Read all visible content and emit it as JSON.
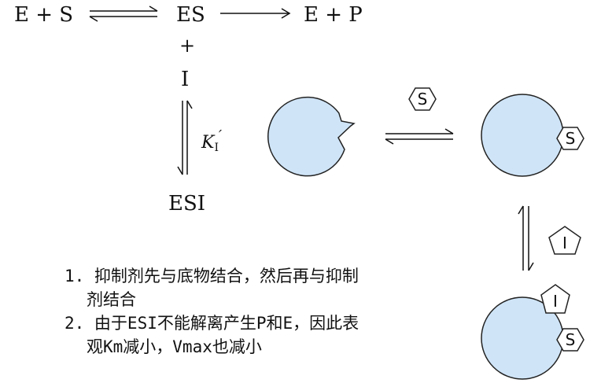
{
  "reaction": {
    "left": "E + S",
    "middle": "ES",
    "right": "E + P",
    "plus": "+",
    "inhibitor": "I",
    "complex": "ESI",
    "constant": "K",
    "constant_sub": "I",
    "constant_prime": "′"
  },
  "scheme": {
    "substrate_label": "S",
    "inhibitor_label": "I",
    "enzyme_fill": "#cfe4f7"
  },
  "notes": {
    "line1": "1. 抑制剂先与底物结合，然后再与抑制",
    "line1b": "剂结合",
    "line2": "2. 由于ESI不能解离产生P和E，因此表",
    "line2b": "观Km减小，Vmax也减小"
  }
}
